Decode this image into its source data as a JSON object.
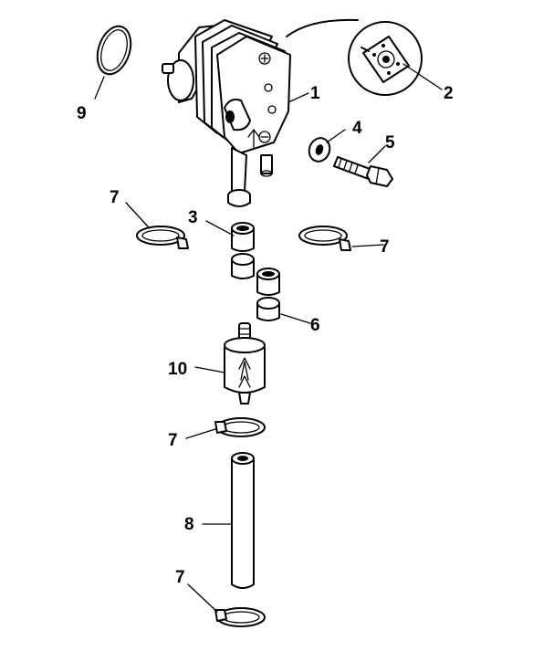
{
  "callouts": [
    {
      "id": "c1",
      "label": "1"
    },
    {
      "id": "c2",
      "label": "2"
    },
    {
      "id": "c3",
      "label": "3"
    },
    {
      "id": "c4",
      "label": "4"
    },
    {
      "id": "c5",
      "label": "5"
    },
    {
      "id": "c6",
      "label": "6"
    },
    {
      "id": "c7a",
      "label": "7"
    },
    {
      "id": "c7b",
      "label": "7"
    },
    {
      "id": "c7c",
      "label": "7"
    },
    {
      "id": "c7d",
      "label": "7"
    },
    {
      "id": "c8",
      "label": "8"
    },
    {
      "id": "c9",
      "label": "9"
    },
    {
      "id": "c10",
      "label": "10"
    }
  ]
}
